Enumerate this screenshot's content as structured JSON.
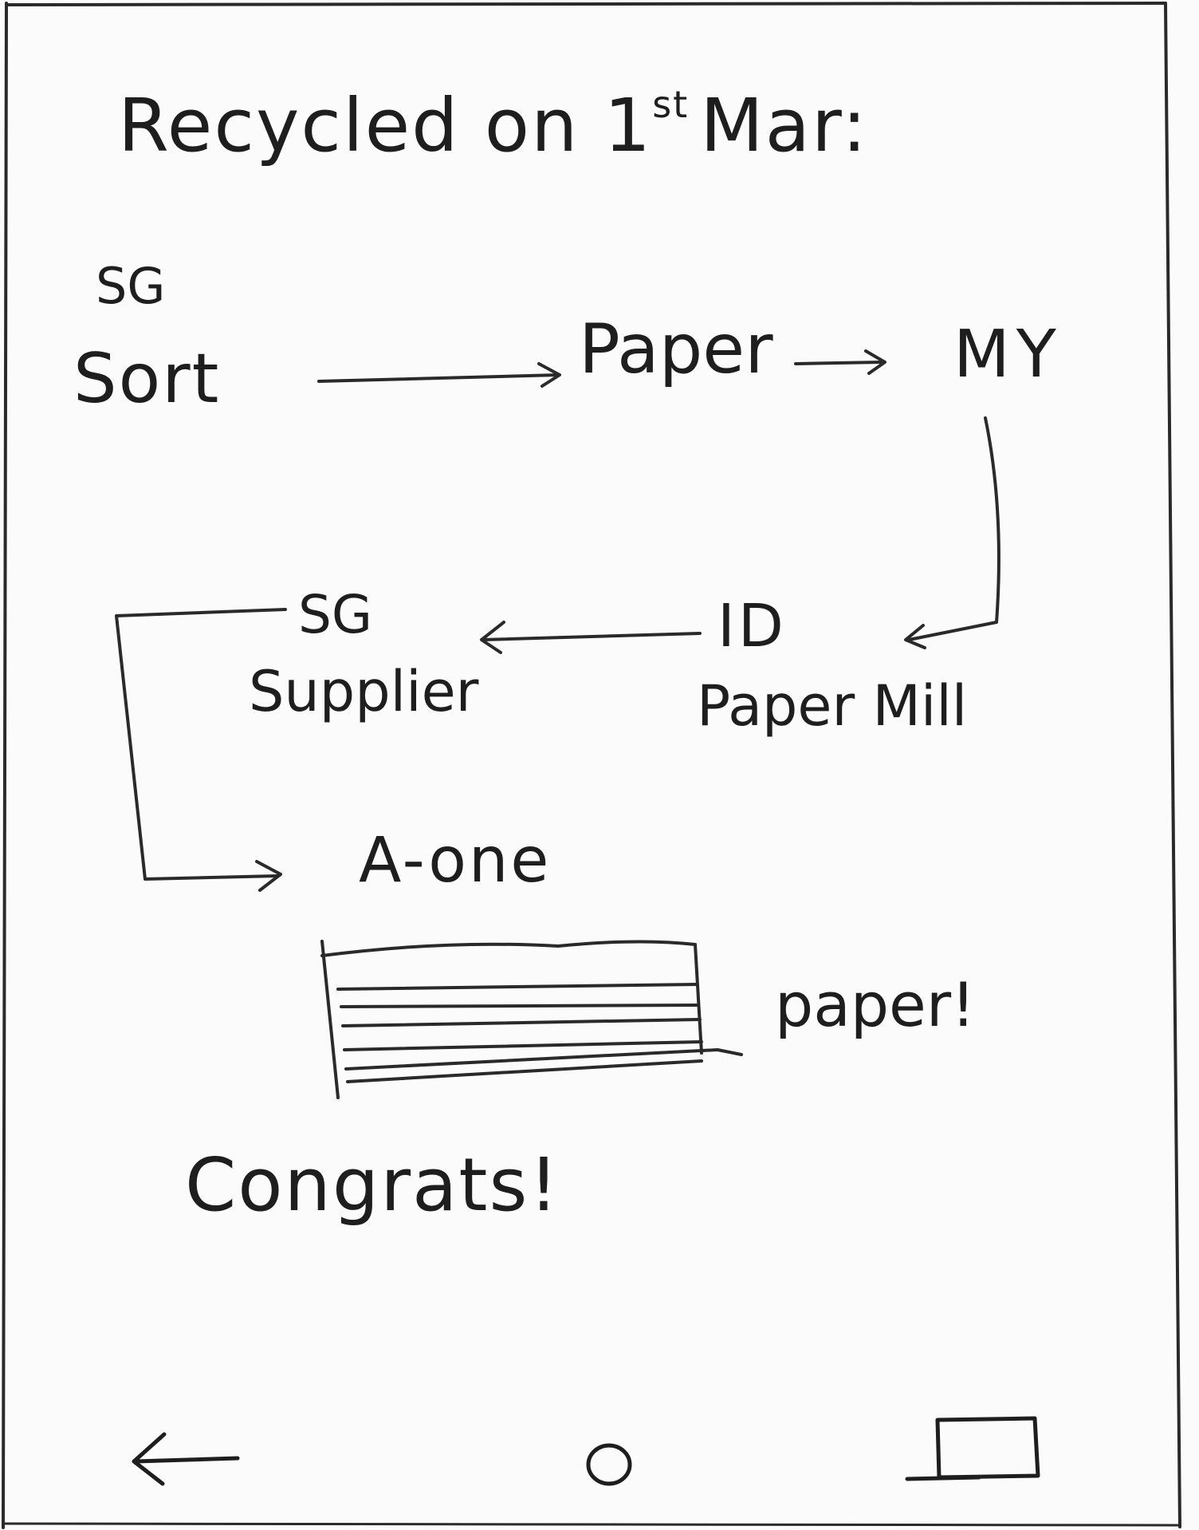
{
  "screen": {
    "title": "Recycled on 1",
    "title_superscript": "st",
    "title_suffix": "Mar:"
  },
  "flow": {
    "step1_region": "SG",
    "step1_label": "Sort",
    "step2_label": "Paper",
    "step3_label": "MY",
    "step4_region": "ID",
    "step4_label": "Paper Mill",
    "step5_region": "SG",
    "step5_label": "Supplier",
    "step6_label": "A-one"
  },
  "product": {
    "label": "paper!"
  },
  "message": {
    "text": "Congrats!"
  },
  "nav_bar": {
    "back_icon": "back-arrow-icon",
    "home_icon": "home-circle-icon",
    "recent_icon": "recent-apps-icon"
  },
  "colors": {
    "ink": "#1e1e1e",
    "paper": "#fbfbfb"
  }
}
